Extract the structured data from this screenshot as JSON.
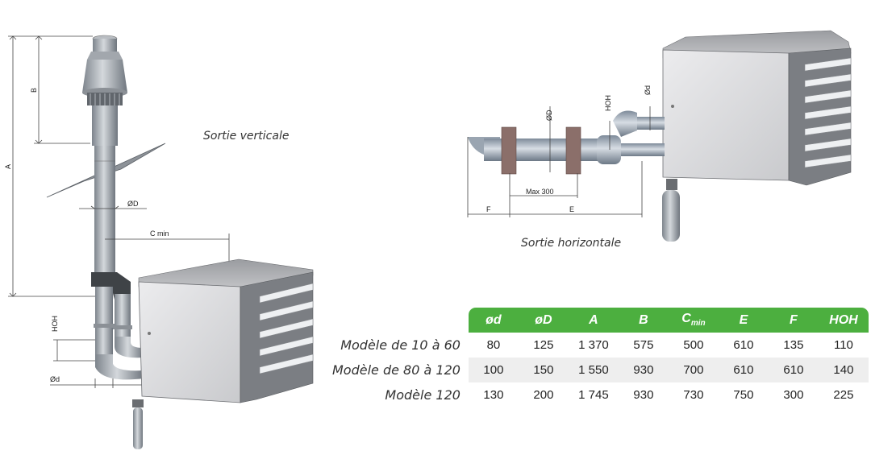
{
  "captions": {
    "vertical": "Sortie verticale",
    "horizontal": "Sortie horizontale"
  },
  "dimensions_vertical": {
    "a": "A",
    "b": "B",
    "outer_diameter": "ØD",
    "c_min": "C min",
    "hoh": "HOH",
    "inner_diameter": "Ød"
  },
  "dimensions_horizontal": {
    "outer_diameter": "ØD",
    "hoh": "HOH",
    "inner_diameter": "Ød",
    "max": "Max 300",
    "f": "F",
    "e": "E"
  },
  "table": {
    "headers": [
      "ød",
      "øD",
      "A",
      "B",
      "C",
      "E",
      "F",
      "HOH"
    ],
    "c_subscript": "min",
    "rows": [
      {
        "label": "Modèle de 10 à 60",
        "values": [
          "80",
          "125",
          "1 370",
          "575",
          "500",
          "610",
          "135",
          "110"
        ]
      },
      {
        "label": "Modèle de 80 à 120",
        "values": [
          "100",
          "150",
          "1 550",
          "930",
          "700",
          "610",
          "610",
          "140"
        ]
      },
      {
        "label": "Modèle 120",
        "values": [
          "130",
          "200",
          "1 745",
          "930",
          "730",
          "750",
          "300",
          "225"
        ]
      }
    ]
  },
  "colors": {
    "table_header": "#4caf3f",
    "shaded_row": "#eeeeee",
    "unit_body": "#d9d9dc",
    "pipe": "#a7adb4"
  }
}
